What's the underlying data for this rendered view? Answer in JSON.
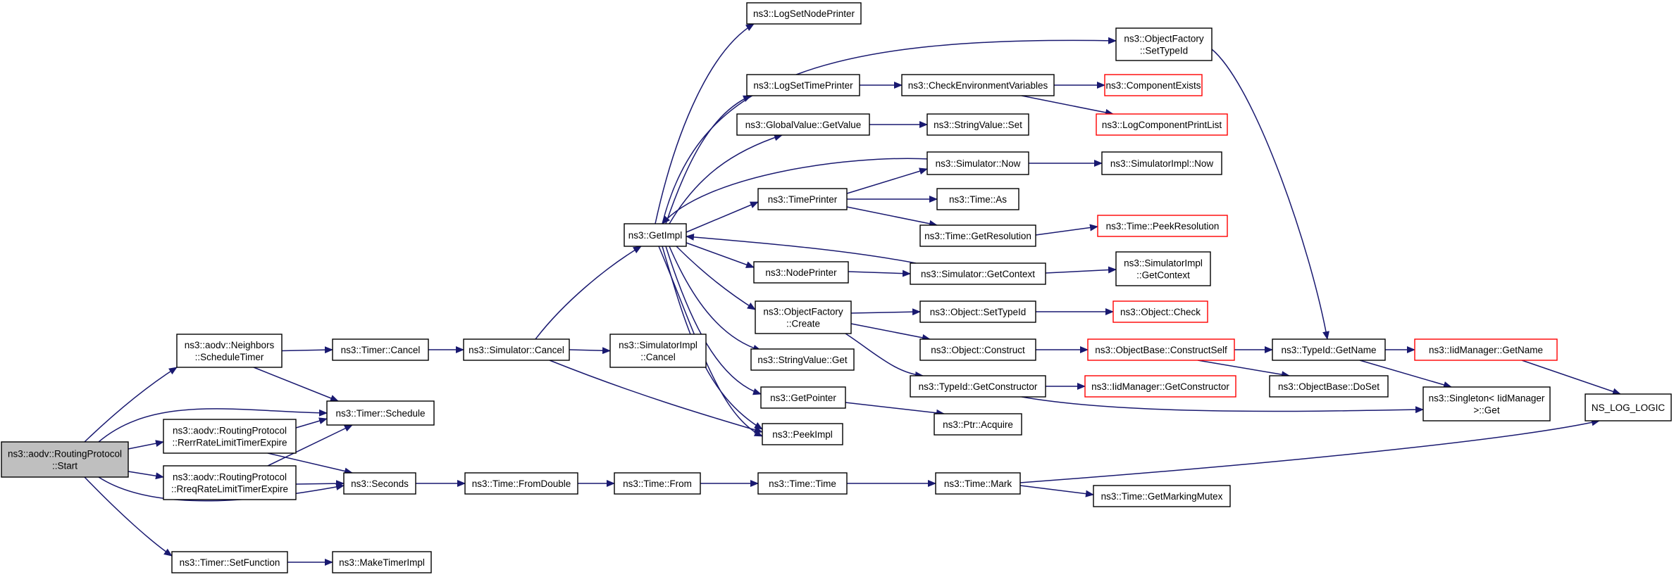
{
  "diagram": {
    "nodes": {
      "start": {
        "lines": [
          "ns3::aodv::RoutingProtocol",
          "::Start"
        ]
      },
      "nbSched": {
        "lines": [
          "ns3::aodv::Neighbors",
          "::ScheduleTimer"
        ]
      },
      "rerr": {
        "lines": [
          "ns3::aodv::RoutingProtocol",
          "::RerrRateLimitTimerExpire"
        ]
      },
      "rreq": {
        "lines": [
          "ns3::aodv::RoutingProtocol",
          "::RreqRateLimitTimerExpire"
        ]
      },
      "setFunction": {
        "lines": [
          "ns3::Timer::SetFunction"
        ]
      },
      "timerCancel": {
        "lines": [
          "ns3::Timer::Cancel"
        ]
      },
      "timerSchedule": {
        "lines": [
          "ns3::Timer::Schedule"
        ]
      },
      "seconds": {
        "lines": [
          "ns3::Seconds"
        ]
      },
      "makeTimer": {
        "lines": [
          "ns3::MakeTimerImpl"
        ]
      },
      "simCancel": {
        "lines": [
          "ns3::Simulator::Cancel"
        ]
      },
      "fromDouble": {
        "lines": [
          "ns3::Time::FromDouble"
        ]
      },
      "simImplCancel": {
        "lines": [
          "ns3::SimulatorImpl",
          "::Cancel"
        ]
      },
      "getImpl": {
        "lines": [
          "ns3::GetImpl"
        ]
      },
      "timeFrom": {
        "lines": [
          "ns3::Time::From"
        ]
      },
      "logNode": {
        "lines": [
          "ns3::LogSetNodePrinter"
        ]
      },
      "logTime": {
        "lines": [
          "ns3::LogSetTimePrinter"
        ]
      },
      "gvGet": {
        "lines": [
          "ns3::GlobalValue::GetValue"
        ]
      },
      "timePrinter": {
        "lines": [
          "ns3::TimePrinter"
        ]
      },
      "nodePrinter": {
        "lines": [
          "ns3::NodePrinter"
        ]
      },
      "ofCreate": {
        "lines": [
          "ns3::ObjectFactory",
          "::Create"
        ]
      },
      "svGet": {
        "lines": [
          "ns3::StringValue::Get"
        ]
      },
      "getPointer": {
        "lines": [
          "ns3::GetPointer"
        ]
      },
      "peekImpl": {
        "lines": [
          "ns3::PeekImpl"
        ]
      },
      "timeTime": {
        "lines": [
          "ns3::Time::Time"
        ]
      },
      "checkEnv": {
        "lines": [
          "ns3::CheckEnvironmentVariables"
        ]
      },
      "svSet": {
        "lines": [
          "ns3::StringValue::Set"
        ]
      },
      "simNow": {
        "lines": [
          "ns3::Simulator::Now"
        ]
      },
      "timeAs": {
        "lines": [
          "ns3::Time::As"
        ]
      },
      "timeGetRes": {
        "lines": [
          "ns3::Time::GetResolution"
        ]
      },
      "simGetCtx": {
        "lines": [
          "ns3::Simulator::GetContext"
        ]
      },
      "objSetTid": {
        "lines": [
          "ns3::Object::SetTypeId"
        ]
      },
      "objConstruct": {
        "lines": [
          "ns3::Object::Construct"
        ]
      },
      "tidGetCons": {
        "lines": [
          "ns3::TypeId::GetConstructor"
        ]
      },
      "ptrAcquire": {
        "lines": [
          "ns3::Ptr::Acquire"
        ]
      },
      "timeMark": {
        "lines": [
          "ns3::Time::Mark"
        ]
      },
      "ofSetTid": {
        "lines": [
          "ns3::ObjectFactory",
          "::SetTypeId"
        ]
      },
      "compExists": {
        "lines": [
          "ns3::ComponentExists"
        ]
      },
      "logCompList": {
        "lines": [
          "ns3::LogComponentPrintList"
        ]
      },
      "simImplNow": {
        "lines": [
          "ns3::SimulatorImpl::Now"
        ]
      },
      "peekRes": {
        "lines": [
          "ns3::Time::PeekResolution"
        ]
      },
      "simImplCtx": {
        "lines": [
          "ns3::SimulatorImpl",
          "::GetContext"
        ]
      },
      "objCheck": {
        "lines": [
          "ns3::Object::Check"
        ]
      },
      "obConstSelf": {
        "lines": [
          "ns3::ObjectBase::ConstructSelf"
        ]
      },
      "iidGetCons": {
        "lines": [
          "ns3::IidManager::GetConstructor"
        ]
      },
      "getMarkMutex": {
        "lines": [
          "ns3::Time::GetMarkingMutex"
        ]
      },
      "tidGetName": {
        "lines": [
          "ns3::TypeId::GetName"
        ]
      },
      "obDoSet": {
        "lines": [
          "ns3::ObjectBase::DoSet"
        ]
      },
      "singletonGet": {
        "lines": [
          "ns3::Singleton< IidManager",
          " >::Get"
        ]
      },
      "iidGetName": {
        "lines": [
          "ns3::IidManager::GetName"
        ]
      },
      "nsLogLogic": {
        "lines": [
          "NS_LOG_LOGIC"
        ]
      }
    }
  }
}
